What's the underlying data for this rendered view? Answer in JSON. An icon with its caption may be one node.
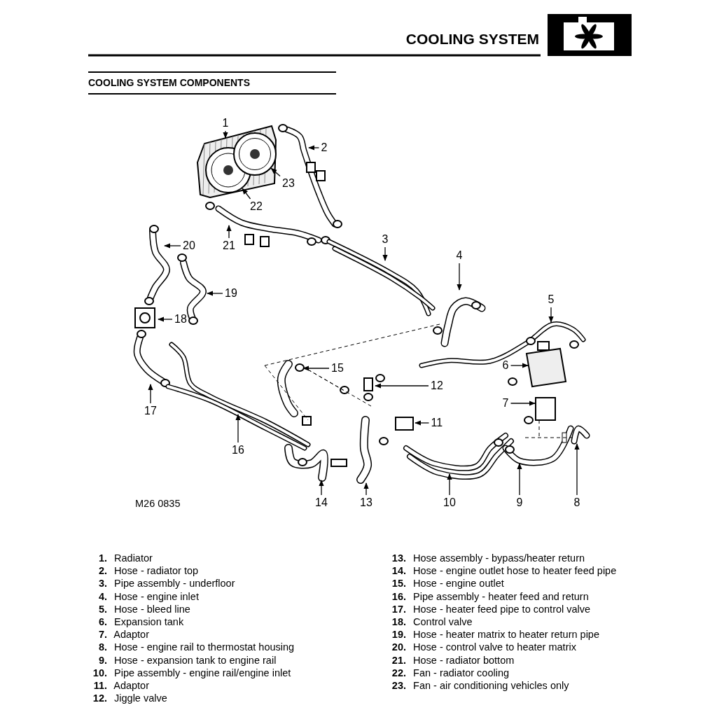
{
  "diagram": {
    "title": "COOLING SYSTEM",
    "nodes": [
      {
        "text": [
          "1"
        ]
      },
      {
        "text": [
          "2"
        ]
      },
      {
        "text": [
          "3"
        ]
      },
      {
        "text": [
          "4"
        ]
      },
      {
        "text": [
          "5"
        ]
      },
      {
        "text": [
          "6"
        ]
      },
      {
        "text": [
          "7"
        ]
      },
      {
        "text": [
          "8"
        ]
      },
      {
        "text": [
          "9"
        ]
      },
      {
        "text": [
          "10"
        ]
      },
      {
        "text": [
          "11"
        ]
      },
      {
        "text": [
          "12"
        ]
      },
      {
        "text": [
          "13"
        ]
      },
      {
        "text": [
          "14"
        ]
      },
      {
        "text": [
          "15"
        ]
      },
      {
        "text": [
          "16"
        ]
      },
      {
        "text": [
          "17"
        ]
      },
      {
        "text": [
          "18"
        ]
      },
      {
        "text": [
          "19"
        ]
      },
      {
        "text": [
          "20"
        ]
      },
      {
        "text": [
          "21"
        ]
      },
      {
        "text": [
          "22"
        ]
      },
      {
        "text": [
          "23"
        ]
      },
      {
        "text": [],
        "shape": "picture"
      },
      {
        "text": [],
        "shape": "circle",
        "in": 23
      },
      {
        "text": [],
        "shape": "circle",
        "in": 23
      },
      {
        "text": [],
        "shape": "picture"
      },
      {
        "text": [],
        "shape": "box"
      }
    ],
    "edges": [
      {
        "from": 0,
        "to": 23,
        "arrow": "to"
      },
      {
        "from": 1,
        "to": null,
        "arrow": "to"
      },
      {
        "from": 2,
        "to": null,
        "arrow": "to"
      },
      {
        "from": 3,
        "to": null,
        "arrow": "to"
      },
      {
        "from": 4,
        "to": null,
        "arrow": "to"
      },
      {
        "from": 5,
        "to": 26,
        "arrow": "to"
      },
      {
        "from": 6,
        "to": 27,
        "arrow": "to"
      },
      {
        "from": 7,
        "to": null,
        "arrow": "to"
      },
      {
        "from": 8,
        "to": null,
        "arrow": "to"
      },
      {
        "from": 9,
        "to": null,
        "arrow": "to"
      },
      {
        "from": 10,
        "to": null,
        "arrow": "to"
      },
      {
        "from": 11,
        "to": null,
        "arrow": "to"
      },
      {
        "from": 12,
        "to": null,
        "arrow": "to"
      },
      {
        "from": 13,
        "to": null,
        "arrow": "to"
      },
      {
        "from": 14,
        "to": null,
        "arrow": "to"
      },
      {
        "from": 15,
        "to": null,
        "arrow": "to"
      },
      {
        "from": 16,
        "to": null,
        "arrow": "to"
      },
      {
        "from": 17,
        "to": null,
        "arrow": "to"
      },
      {
        "from": 18,
        "to": null,
        "arrow": "to"
      },
      {
        "from": 19,
        "to": null,
        "arrow": "to"
      },
      {
        "from": 20,
        "to": null,
        "arrow": "to"
      },
      {
        "from": 21,
        "to": 24,
        "arrow": "to"
      },
      {
        "from": 22,
        "to": 25,
        "arrow": "to"
      }
    ],
    "labels": [
      "COOLING SYSTEM COMPONENTS",
      "M26 0835",
      "**1.** Radiator",
      "**2.** Hose - radiator top",
      "**3.** Pipe assembly - underfloor",
      "**4.** Hose - engine inlet",
      "**5.** Hose - bleed line",
      "**6.** Expansion tank",
      "**7.** Adaptor",
      "**8.** Hose - engine rail to thermostat housing",
      "**9.** Hose - expansion tank to engine rail",
      "**10.** Pipe assembly - engine rail/engine inlet",
      "**11.** Adaptor",
      "**12.** Jiggle valve",
      "**13.** Hose assembly - bypass/heater return",
      "**14.** Hose - engine outlet hose to heater feed pipe",
      "**15.** Hose - engine outlet",
      "**16.** Pipe assembly - heater feed and return",
      "**17.** Hose - heater feed pipe to control valve",
      "**18.** Control valve",
      "**19.** Hose - heater matrix to heater return pipe",
      "**20.** Hose - control valve to heater matrix",
      "**21.** Hose - radiator bottom",
      "**22.** Fan - radiator cooling",
      "**23.** Fan - air conditioning vehicles only"
    ]
  }
}
